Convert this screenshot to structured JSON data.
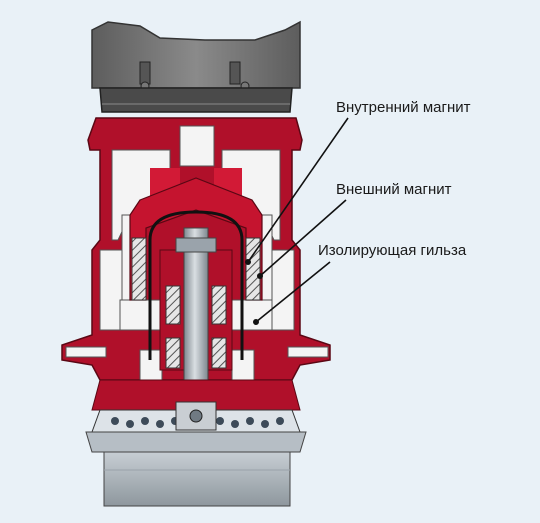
{
  "labels": {
    "inner_magnet": "Внутренний магнит",
    "outer_magnet": "Внешний магнит",
    "isolating_sleeve": "Изолирующая гильза"
  },
  "colors": {
    "background": "#e9f1f7",
    "housing_red": "#b0102a",
    "housing_red_dark": "#7d0b1f",
    "motor_gray": "#6f6f6f",
    "metal_white": "#f4f4f4",
    "shaft_gray": "#9aa3ab",
    "leader_line": "#111111"
  }
}
